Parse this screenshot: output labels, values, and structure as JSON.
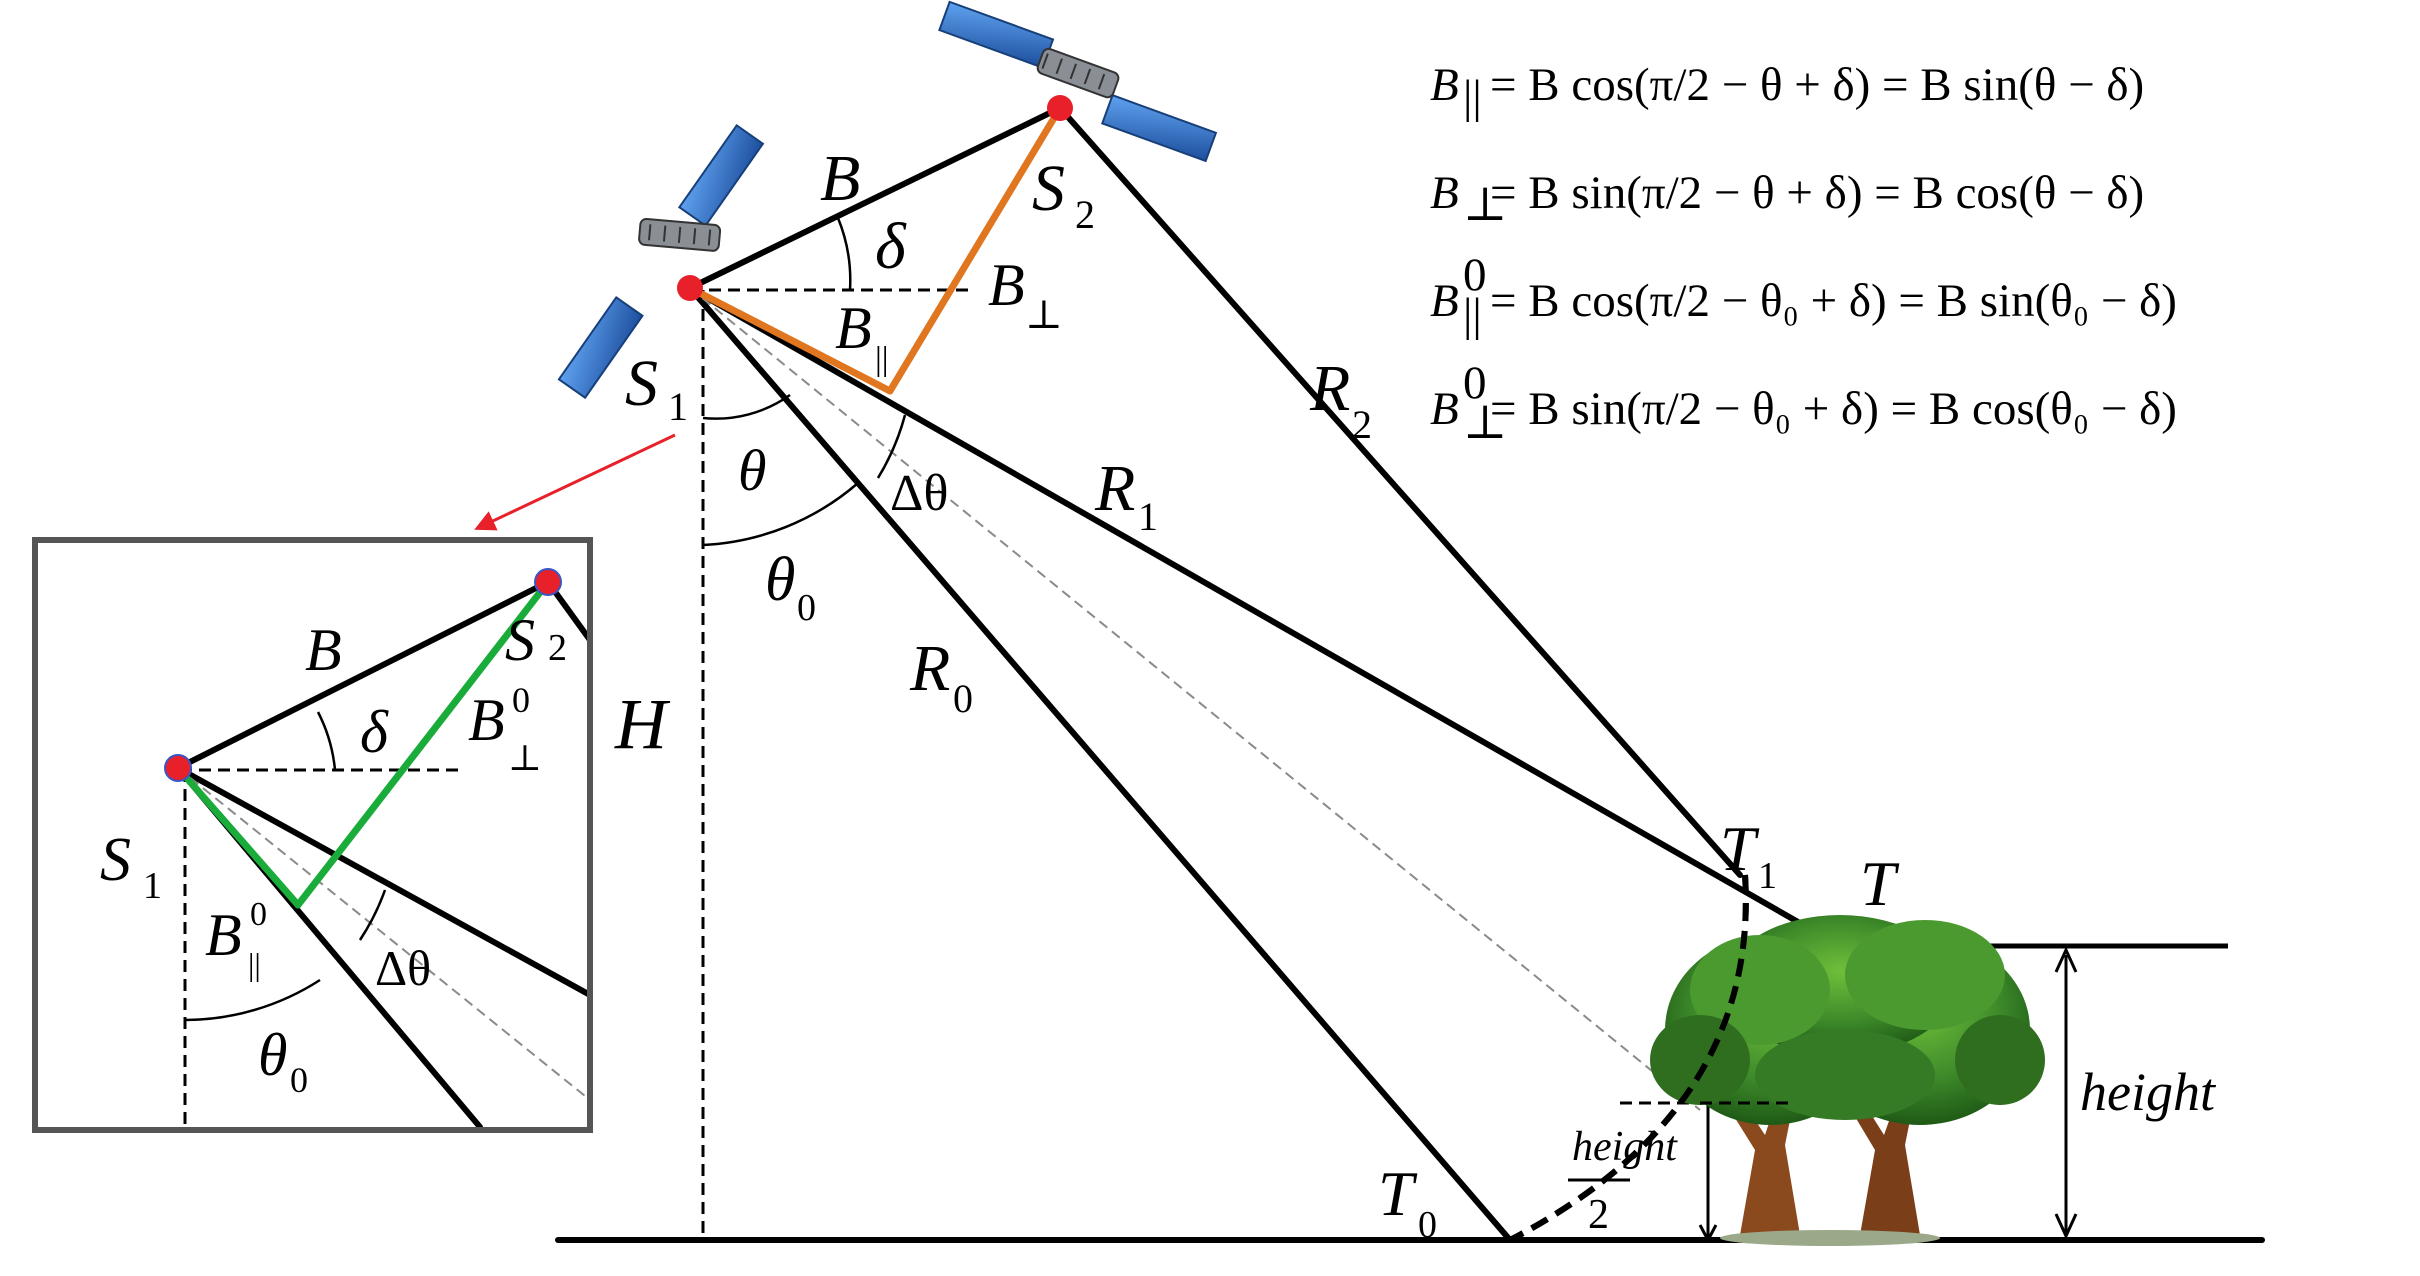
{
  "labels": {
    "B": "B",
    "delta": "δ",
    "S": "S",
    "one": "1",
    "two": "2",
    "zero": "0",
    "perp": "⊥",
    "par": "||",
    "theta": "θ",
    "dtheta": "Δθ",
    "H": "H",
    "R": "R",
    "T": "T",
    "height": "height",
    "half_height_num": "height",
    "half_height_den": "2"
  },
  "equations": [
    {
      "lhs": "B",
      "lsub": "||",
      "lsup": "",
      "mid": " = B cos(π/2 − θ + δ) = B sin(θ − δ)"
    },
    {
      "lhs": "B",
      "lsub": "⊥",
      "lsup": "",
      "mid": " = B sin(π/2 − θ + δ) = B cos(θ − δ)"
    },
    {
      "lhs": "B",
      "lsub": "||",
      "lsup": "0",
      "mid": " = B cos(π/2 − θ₀ + δ) = B sin(θ₀ − δ)"
    },
    {
      "lhs": "B",
      "lsub": "⊥",
      "lsup": "0",
      "mid": " = B sin(π/2 − θ₀ + δ) = B cos(θ₀ − δ)"
    }
  ],
  "colors": {
    "satellite_panel": "#2f6fc4",
    "satellite_point": "#e8202a",
    "orange_baseline": "#e0761f",
    "green_baseline": "#1aac3a",
    "inset_border": "#555555",
    "arrow": "#e8202a",
    "tree_canopy": "#3d8a2a",
    "tree_trunk": "#8b4a1e"
  },
  "icons": {
    "satellite_1": "satellite-icon",
    "satellite_2": "satellite-icon",
    "tree": "tree-icon"
  }
}
